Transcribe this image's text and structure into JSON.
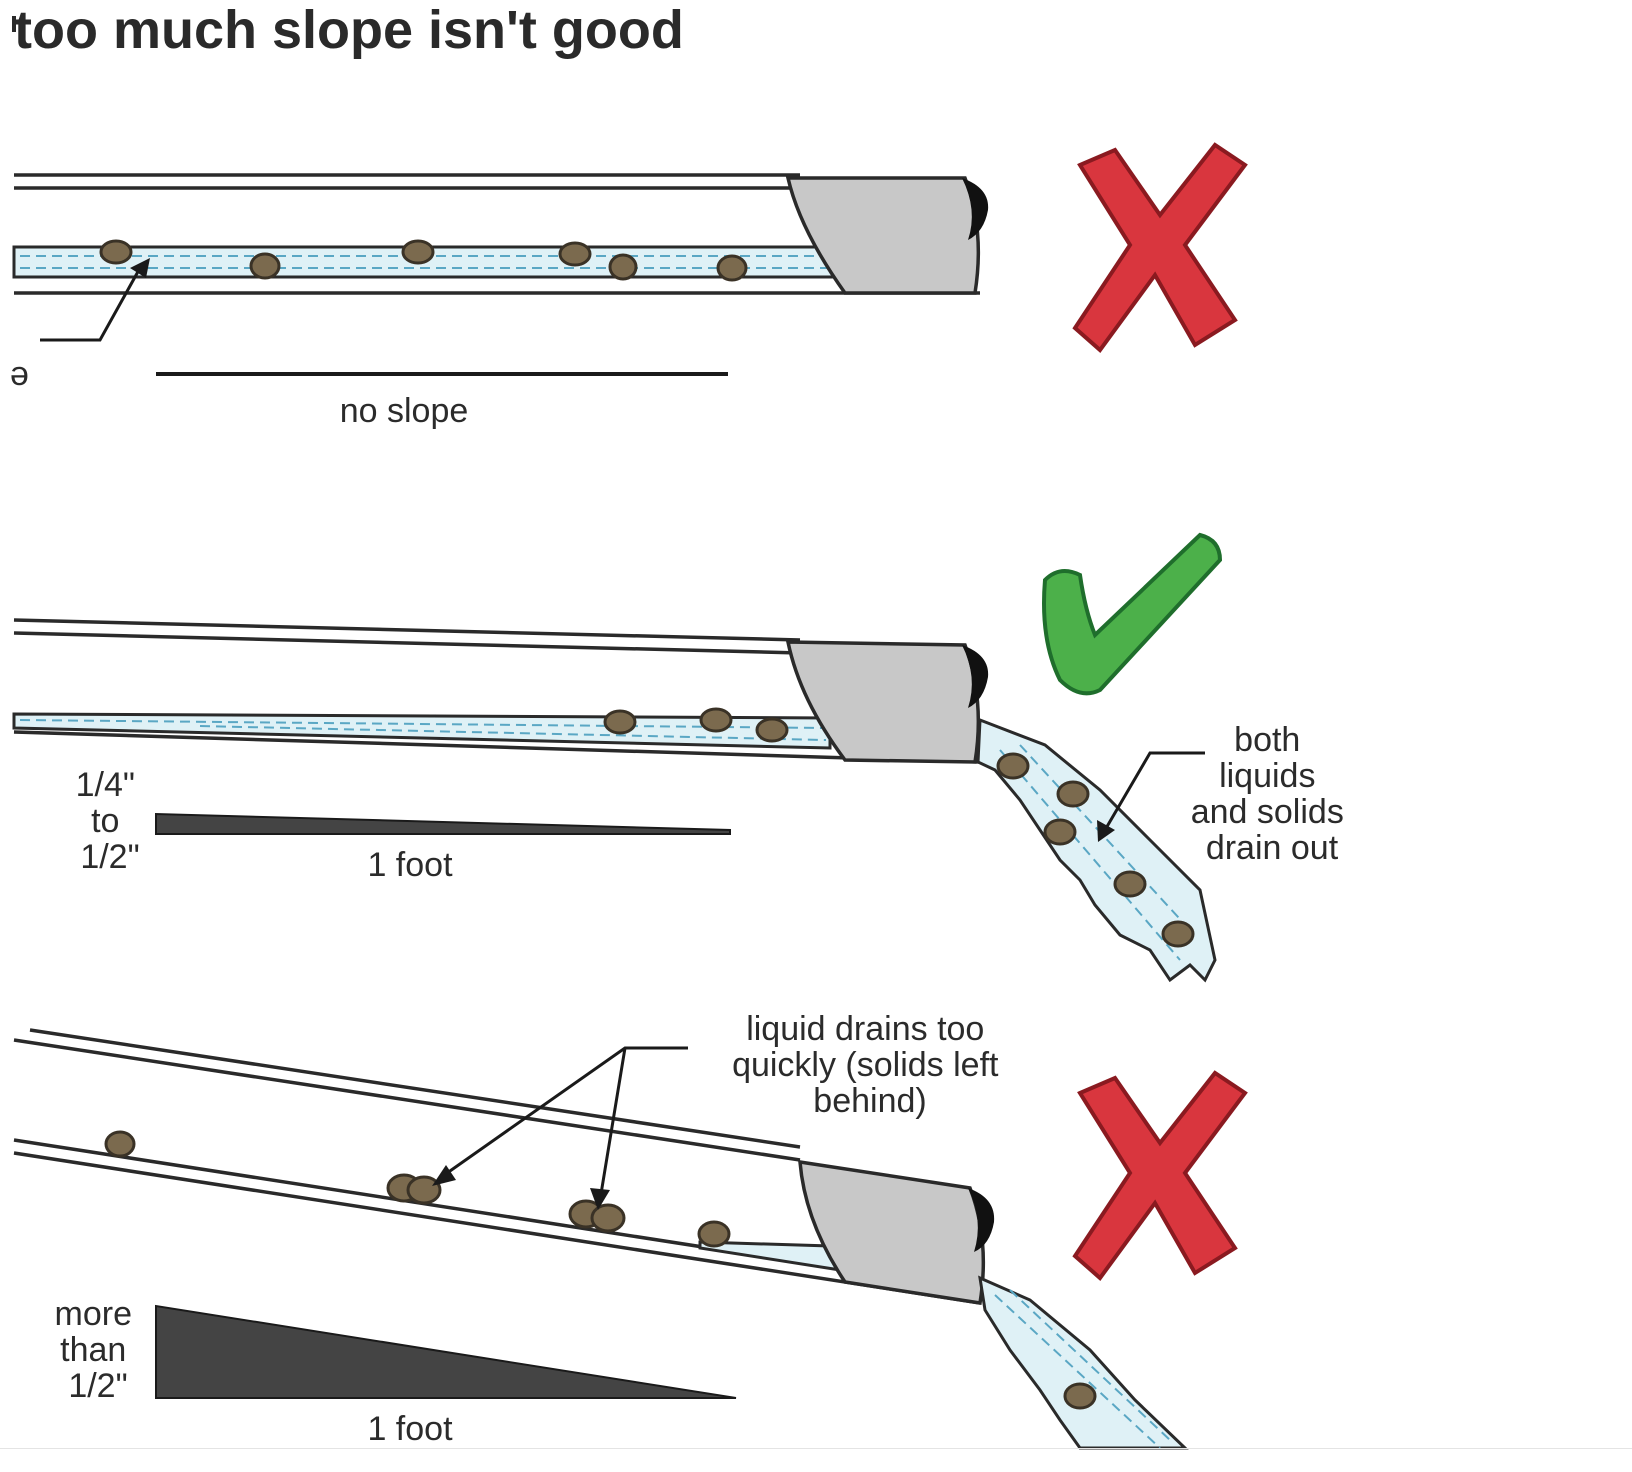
{
  "title": "too much slope isn't good",
  "panels": [
    {
      "id": "no-slope",
      "verdict": "x",
      "scale_label": "no slope",
      "side_label": ""
    },
    {
      "id": "correct-slope",
      "verdict": "check",
      "scale_label": "1 foot",
      "side_label": [
        "1/4\"",
        "to",
        "1/2\""
      ],
      "callout": [
        "both",
        "liquids",
        "and solids",
        "drain out"
      ]
    },
    {
      "id": "too-much-slope",
      "verdict": "x",
      "scale_label": "1 foot",
      "side_label": [
        "more",
        "than",
        "1/2\""
      ],
      "callout": [
        "liquid drains too",
        "quickly (solids left",
        "behind)"
      ]
    }
  ],
  "colors": {
    "water": "#dff1f6",
    "solid": "#7b6a4e",
    "x_mark": "#d9363e",
    "check_mark": "#4cb04a",
    "end_cap": "#c8c8c8"
  },
  "icons": [
    "red-x-icon",
    "green-check-icon"
  ]
}
